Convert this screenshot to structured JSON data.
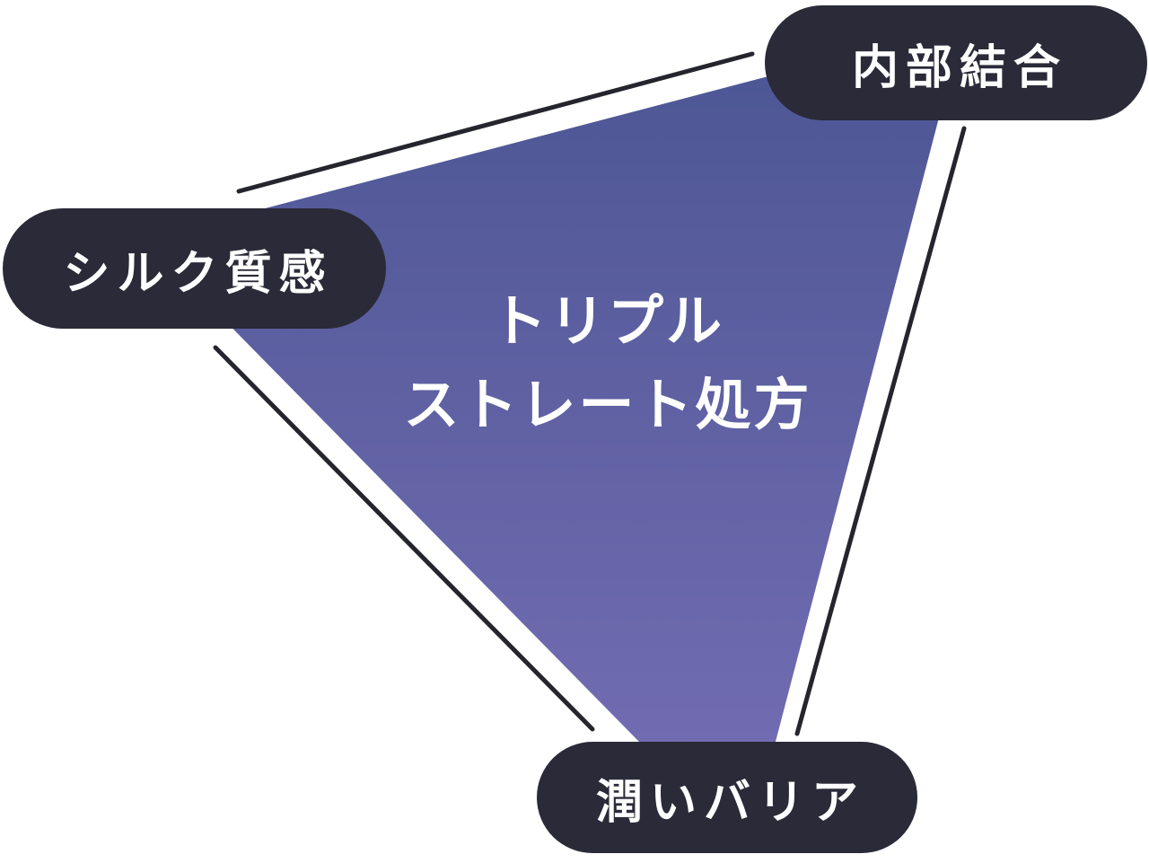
{
  "colors": {
    "background": "#ffffff",
    "pill-bg": "#2a2a38",
    "pill-text": "#ffffff",
    "line": "#25252e",
    "triangle-top": "#4b5593",
    "triangle-bottom": "#776fb6",
    "center-text": "#ffffff"
  },
  "title": {
    "line1": "トリプル",
    "line2": "ストレート処方"
  },
  "nodes": {
    "internal_bond": "内部結合",
    "silk_texture": "シルク質感",
    "moisture_barrier": "潤いバリア"
  }
}
